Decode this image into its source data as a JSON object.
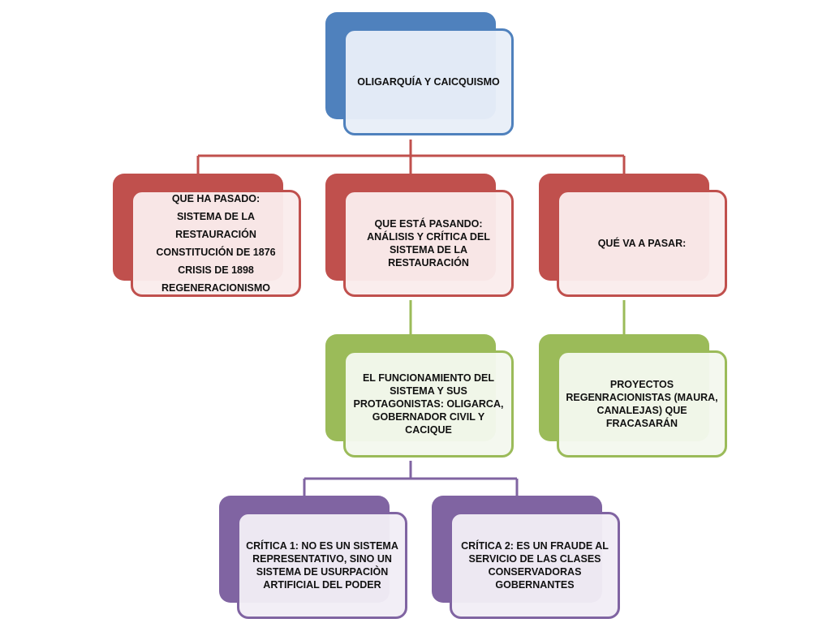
{
  "colors": {
    "blue": "#4f81bd",
    "red": "#c0504d",
    "green": "#9bbb59",
    "purple": "#8064a2"
  },
  "nodes": {
    "root": {
      "label": "OLIGARQUÍA Y CAICQUISMO"
    },
    "past": {
      "lines": [
        "QUE HA PASADO:",
        "SISTEMA DE LA RESTAURACIÓN",
        "CONSTITUCIÓN DE 1876",
        "CRISIS DE 1898",
        "REGENERACIONISMO"
      ]
    },
    "present": {
      "label": "QUE ESTÁ PASANDO: ANÁLISIS Y CRÍTICA DEL SISTEMA DE LA RESTAURACIÓN"
    },
    "future": {
      "label": "QUÉ VA A PASAR:"
    },
    "functioning": {
      "label": "EL FUNCIONAMIENTO DEL SISTEMA Y SUS PROTAGONISTAS: OLIGARCA, GOBERNADOR CIVIL Y CACIQUE"
    },
    "projects": {
      "label": "PROYECTOS REGENRACIONISTAS (MAURA, CANALEJAS) QUE FRACASARÁN"
    },
    "critique1": {
      "label": "CRÍTICA 1: NO ES UN SISTEMA REPRESENTATIVO, SINO UN SISTEMA DE USURPACIÒN ARTIFICIAL DEL PODER"
    },
    "critique2": {
      "label": "CRÍTICA 2: ES UN FRAUDE AL SERVICIO DE LAS CLASES CONSERVADORAS GOBERNANTES"
    }
  }
}
